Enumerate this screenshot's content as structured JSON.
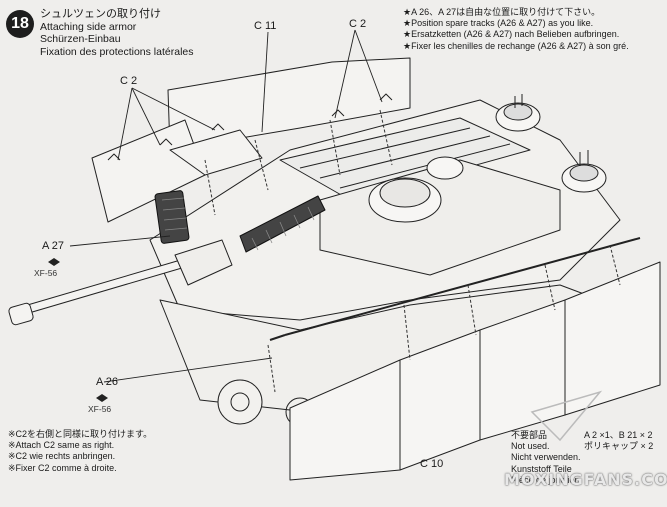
{
  "step": {
    "number": "18",
    "title_jp": "シュルツェンの取り付け",
    "title_en": "Attaching side armor",
    "title_de": "Schürzen-Einbau",
    "title_fr": "Fixation des protections latérales"
  },
  "notes": {
    "line_jp": "★A 26、A 27は自由な位置に取り付けて下さい。",
    "line_en": "★Position spare tracks (A26 & A27) as you like.",
    "line_de": "★Ersatzketten (A26 & A27) nach Belieben aufbringen.",
    "line_fr": "★Fixer les chenilles de rechange (A26 & A27) à son gré."
  },
  "labels": {
    "c11": "C 11",
    "c2_top": "C 2",
    "c2_left": "C 2",
    "a27": "A 27",
    "a27_paint": "XF-56",
    "a26": "A 26",
    "a26_paint": "XF-56",
    "c10": "C 10"
  },
  "bottom_note": {
    "jp": "※C2を右側と同様に取り付けます。",
    "en": "※Attach C2 same as right.",
    "de": "※C2 wie rechts anbringen.",
    "fr": "※Fixer C2 comme à droite."
  },
  "not_used": {
    "jp": "不要部品",
    "en": "Not used.",
    "de": "Nicht verwenden.",
    "de2": "Kunststoff Teile",
    "fr": "Pièce de jonction"
  },
  "parts_list": {
    "line1": "A 2 ×1、B 21 × 2",
    "line2": "ポリキャップ × 2"
  },
  "watermark": "MOXINGFANS.COM"
}
